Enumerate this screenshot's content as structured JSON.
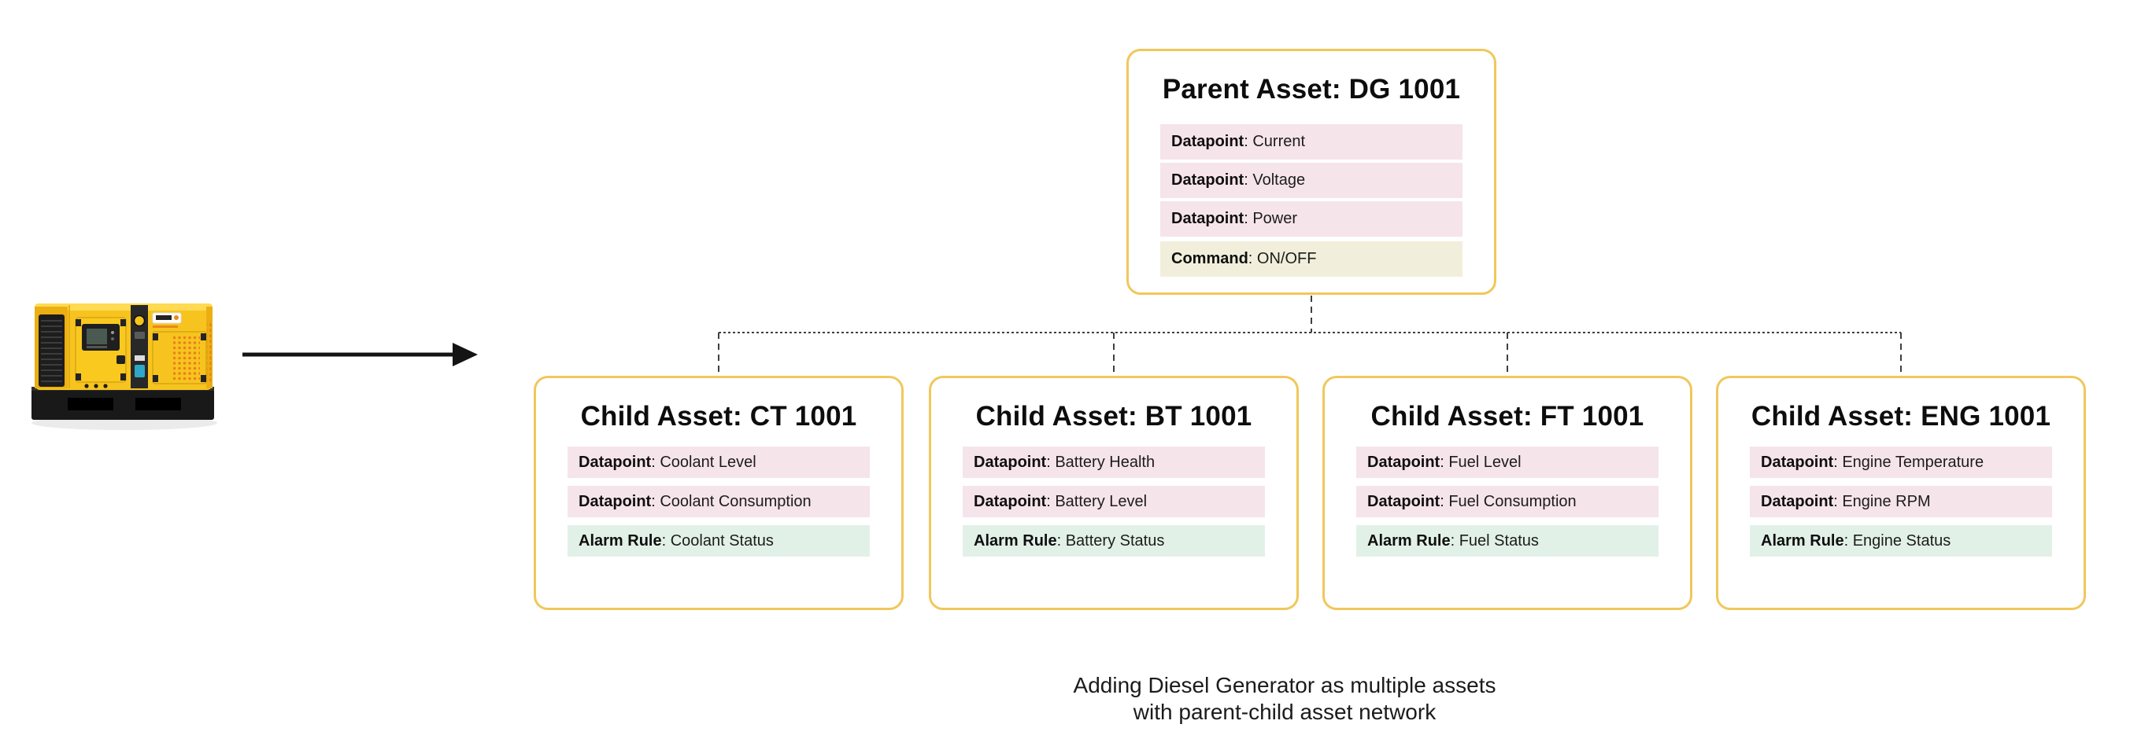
{
  "ui": {
    "separator": ": "
  },
  "colors": {
    "box_border": "#F1C75B",
    "datapoint_row_bg": "#F6E4EB",
    "command_row_bg": "#F1EFDB",
    "alarm_row_bg": "#E2F1E7",
    "connector_dash": "#3F3F3F",
    "arrow": "#141414",
    "generator_yellow": "#F7C41F"
  },
  "parent_asset": {
    "title": "Parent Asset: DG 1001",
    "rows": [
      {
        "type": "datapoint",
        "label": "Datapoint",
        "value": "Current"
      },
      {
        "type": "datapoint",
        "label": "Datapoint",
        "value": "Voltage"
      },
      {
        "type": "datapoint",
        "label": "Datapoint",
        "value": "Power"
      },
      {
        "type": "command",
        "label": "Command",
        "value": "ON/OFF"
      }
    ]
  },
  "child_assets": [
    {
      "title": "Child Asset: CT 1001",
      "rows": [
        {
          "type": "datapoint",
          "label": "Datapoint",
          "value": "Coolant Level"
        },
        {
          "type": "datapoint",
          "label": "Datapoint",
          "value": "Coolant Consumption"
        },
        {
          "type": "alarm",
          "label": "Alarm Rule",
          "value": "Coolant Status"
        }
      ]
    },
    {
      "title": "Child Asset: BT 1001",
      "rows": [
        {
          "type": "datapoint",
          "label": "Datapoint",
          "value": "Battery Health"
        },
        {
          "type": "datapoint",
          "label": "Datapoint",
          "value": "Battery Level"
        },
        {
          "type": "alarm",
          "label": "Alarm Rule",
          "value": "Battery Status"
        }
      ]
    },
    {
      "title": "Child Asset: FT 1001",
      "rows": [
        {
          "type": "datapoint",
          "label": "Datapoint",
          "value": "Fuel Level"
        },
        {
          "type": "datapoint",
          "label": "Datapoint",
          "value": "Fuel Consumption"
        },
        {
          "type": "alarm",
          "label": "Alarm Rule",
          "value": "Fuel Status"
        }
      ]
    },
    {
      "title": "Child Asset: ENG 1001",
      "rows": [
        {
          "type": "datapoint",
          "label": "Datapoint",
          "value": "Engine Temperature"
        },
        {
          "type": "datapoint",
          "label": "Datapoint",
          "value": "Engine RPM"
        },
        {
          "type": "alarm",
          "label": "Alarm Rule",
          "value": "Engine Status"
        }
      ]
    }
  ],
  "caption": {
    "line1": "Adding Diesel Generator as multiple assets",
    "line2": "with parent-child asset network"
  },
  "illustration": {
    "name": "diesel-generator-photo"
  }
}
